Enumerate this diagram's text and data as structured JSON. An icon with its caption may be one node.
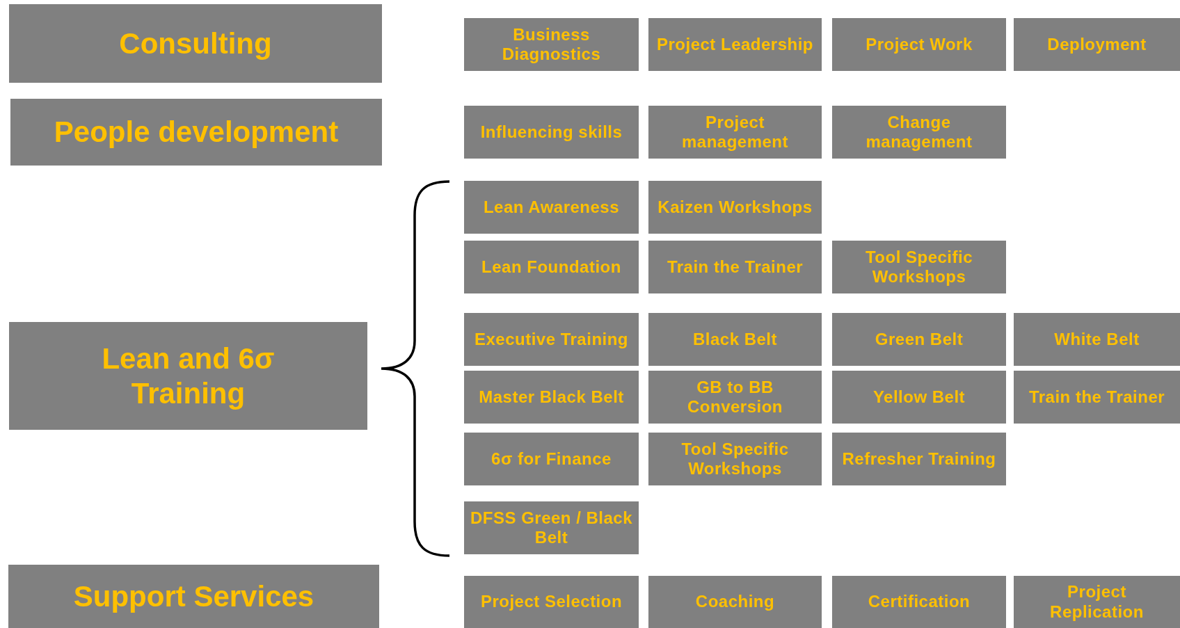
{
  "diagram": {
    "nodes": [
      {
        "text": [
          "Consulting"
        ]
      },
      {
        "text": [
          "Business Diagnostics"
        ]
      },
      {
        "text": [
          "Project Leadership"
        ]
      },
      {
        "text": [
          "Project Work"
        ]
      },
      {
        "text": [
          "Deployment"
        ]
      },
      {
        "text": [
          "People development"
        ]
      },
      {
        "text": [
          "Influencing skills"
        ]
      },
      {
        "text": [
          "Project management"
        ]
      },
      {
        "text": [
          "Change management"
        ]
      },
      {
        "text": [
          "Lean and 6σ Training"
        ]
      },
      {
        "text": [
          "Lean Awareness"
        ]
      },
      {
        "text": [
          "Kaizen Workshops"
        ]
      },
      {
        "text": [
          "Lean Foundation"
        ]
      },
      {
        "text": [
          "Train the Trainer"
        ]
      },
      {
        "text": [
          "Tool Specific Workshops"
        ]
      },
      {
        "text": [
          "Executive Training"
        ]
      },
      {
        "text": [
          "Black Belt"
        ]
      },
      {
        "text": [
          "Green Belt"
        ]
      },
      {
        "text": [
          "White Belt"
        ]
      },
      {
        "text": [
          "Master Black Belt"
        ]
      },
      {
        "text": [
          "GB to BB Conversion"
        ]
      },
      {
        "text": [
          "Yellow Belt"
        ]
      },
      {
        "text": [
          "Train the Trainer"
        ]
      },
      {
        "text": [
          "6σ for Finance"
        ]
      },
      {
        "text": [
          "Tool Specific Workshops"
        ]
      },
      {
        "text": [
          "Refresher Training"
        ]
      },
      {
        "text": [
          "DFSS Green / Black Belt"
        ]
      },
      {
        "text": [
          "Support Services"
        ]
      },
      {
        "text": [
          "Project Selection"
        ]
      },
      {
        "text": [
          "Coaching"
        ]
      },
      {
        "text": [
          "Certification"
        ]
      },
      {
        "text": [
          "Project Replication"
        ]
      }
    ]
  }
}
